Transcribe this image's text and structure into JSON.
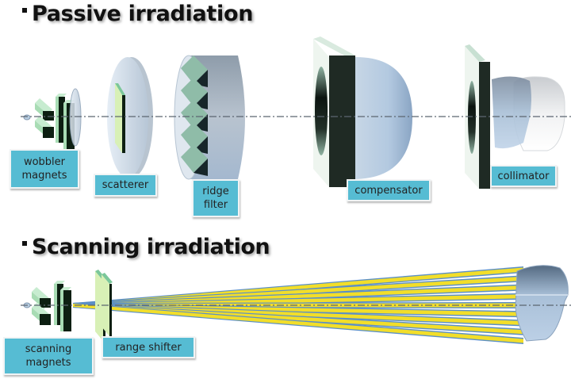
{
  "sections": {
    "passive": {
      "title": "Passive irradiation",
      "components": [
        {
          "id": "wobbler-magnets",
          "label": "wobbler\nmagnets",
          "label_lines": [
            "wobbler",
            "magnets"
          ]
        },
        {
          "id": "scatterer",
          "label": "scatterer",
          "label_lines": [
            "scatterer"
          ]
        },
        {
          "id": "ridge-filter",
          "label": "ridge\nfilter",
          "label_lines": [
            "ridge",
            "filter"
          ]
        },
        {
          "id": "compensator",
          "label": "compensator",
          "label_lines": [
            "compensator"
          ]
        },
        {
          "id": "collimator",
          "label": "collimator",
          "label_lines": [
            "collimator"
          ]
        }
      ]
    },
    "scanning": {
      "title": "Scanning irradiation",
      "components": [
        {
          "id": "scanning-magnets",
          "label": "scanning\nmagnets",
          "label_lines": [
            "scanning",
            "magnets"
          ]
        },
        {
          "id": "range-shifter",
          "label": "range shifter",
          "label_lines": [
            "range shifter"
          ]
        }
      ],
      "beam_count": 9
    }
  },
  "colors": {
    "label_bg": "#56bcd3",
    "magnet_dark": "#0d1f12",
    "magnet_light": "#a8dcb4",
    "beam_yellow": "#f2de2a",
    "beam_blue": "#5b8fc7",
    "target_blue": "#9fbbd8"
  }
}
